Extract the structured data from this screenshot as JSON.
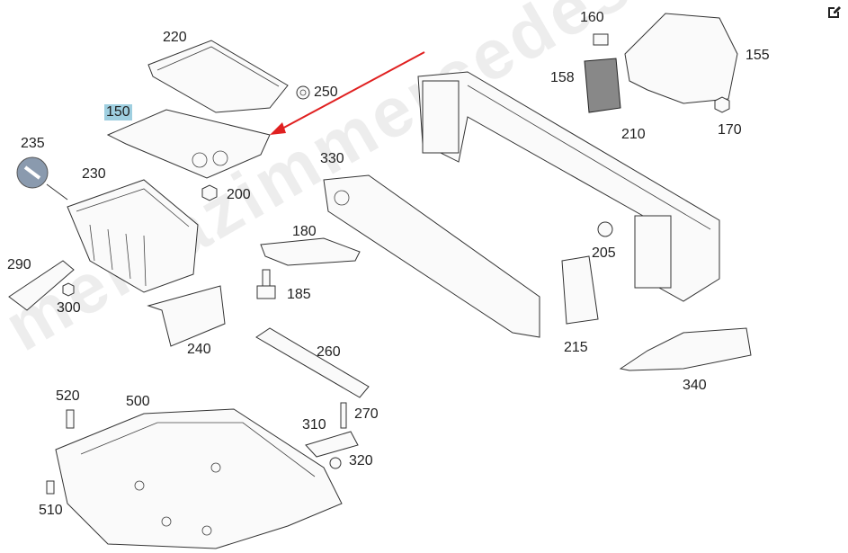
{
  "watermark": "mercazimmercedes.ru",
  "edit_icon": "edit-icon",
  "highlight_color": "#9fcfe0",
  "arrow_color": "#e02020",
  "labels": {
    "p220": "220",
    "p250": "250",
    "p150": "150",
    "p235": "235",
    "p230": "230",
    "p200": "200",
    "p330": "330",
    "p180": "180",
    "p185": "185",
    "p290": "290",
    "p300": "300",
    "p240": "240",
    "p260": "260",
    "p520": "520",
    "p500": "500",
    "p270": "270",
    "p310": "310",
    "p320": "320",
    "p510": "510",
    "p160": "160",
    "p158": "158",
    "p155": "155",
    "p210": "210",
    "p170": "170",
    "p205": "205",
    "p215": "215",
    "p340": "340"
  }
}
